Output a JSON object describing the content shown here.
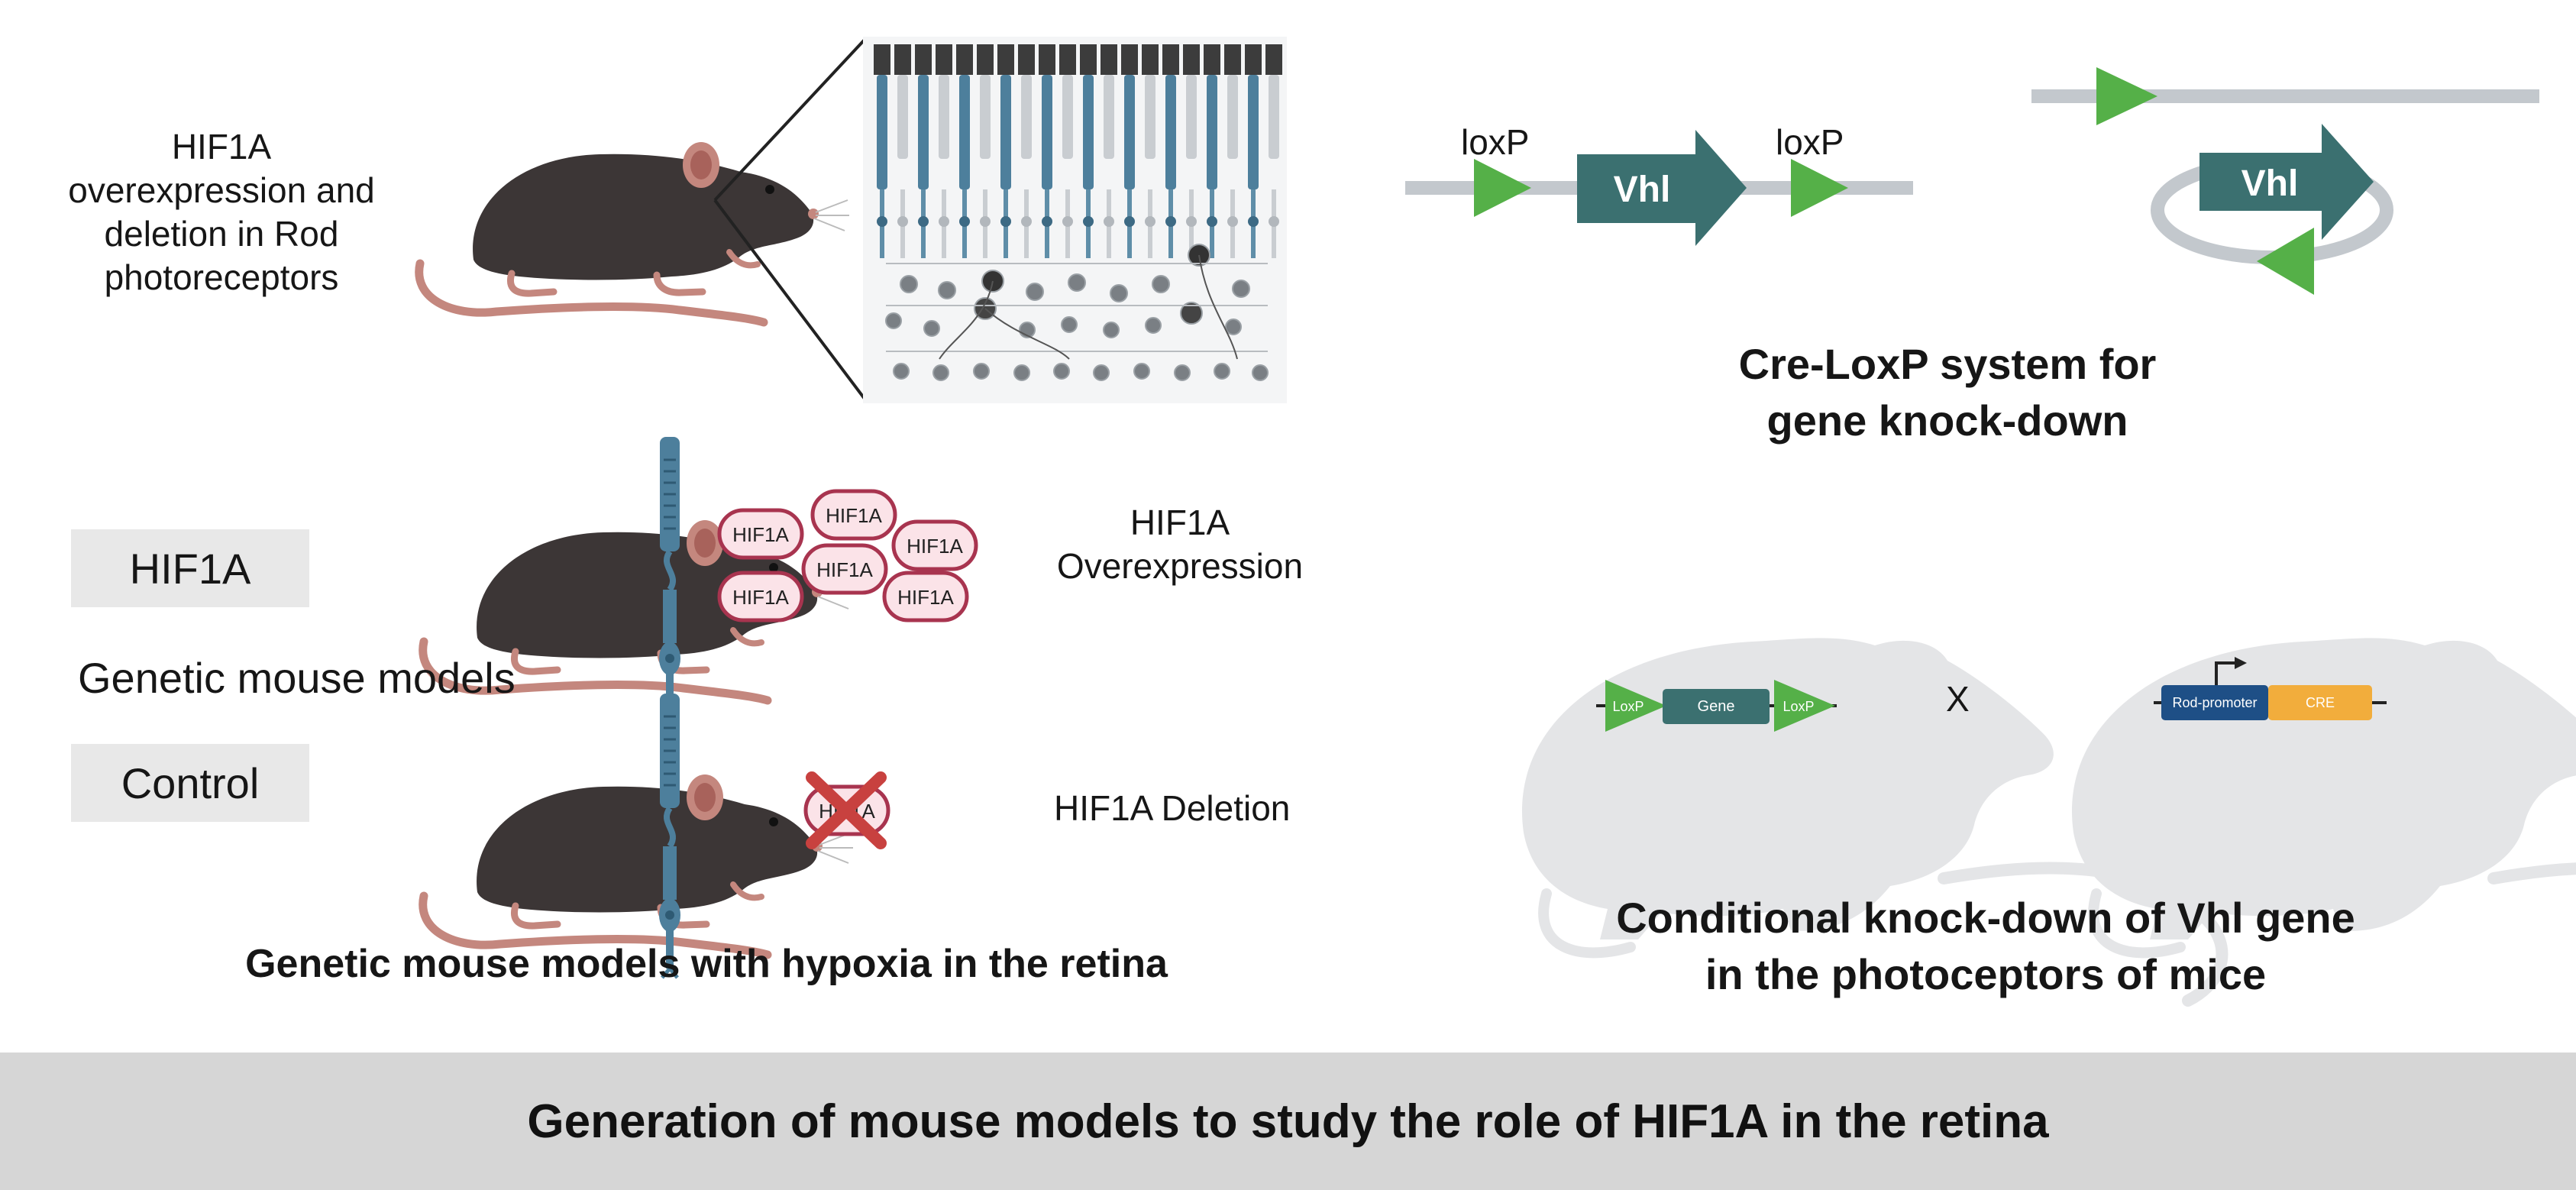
{
  "left_panel": {
    "header_lines": [
      "HIF1A",
      "overexpression and",
      "deletion in Rod",
      "photoreceptors"
    ],
    "badge_hif1a": "HIF1A",
    "badge_control": "Control",
    "genetic_models_label": "Genetic mouse models",
    "overexpression_lines": [
      "HIF1A",
      "Overexpression"
    ],
    "deletion_label": "HIF1A Deletion",
    "protein_label": "HIF1A",
    "deleted_protein_label": "HIF1A",
    "title": "Genetic mouse models with hypoxia in the retina"
  },
  "right_panel": {
    "loxp_left": "loxP",
    "loxp_right": "loxP",
    "gene_label": "Vhl",
    "circle_gene_label": "Vhl",
    "title1_lines": [
      "Cre-LoxP system for",
      "gene knock-down"
    ],
    "cross_left": {
      "loxp_a": "LoxP",
      "gene": "Gene",
      "loxp_b": "LoxP"
    },
    "cross_symbol": "X",
    "cross_right": {
      "promoter": "Rod-promoter",
      "cre": "CRE"
    },
    "title2_lines": [
      "Conditional knock-down of Vhl gene",
      "in the photoceptors of mice"
    ]
  },
  "footer": "Generation of mouse models to study the role of HIF1A in the retina",
  "colors": {
    "teal": "#3b7070",
    "green": "#55b048",
    "rod_blue": "#4d7f9c",
    "protein_fill": "#fbe3e8",
    "protein_stroke": "#a8344f",
    "cross_red": "#c8413f",
    "mouse_dark": "#3c3636",
    "mouse_pink": "#c4877e",
    "silhouette": "#e4e5e7",
    "promoter_blue": "#1e4f86",
    "cre_orange": "#f2ad3c",
    "footer_bg": "#d6d6d6"
  }
}
